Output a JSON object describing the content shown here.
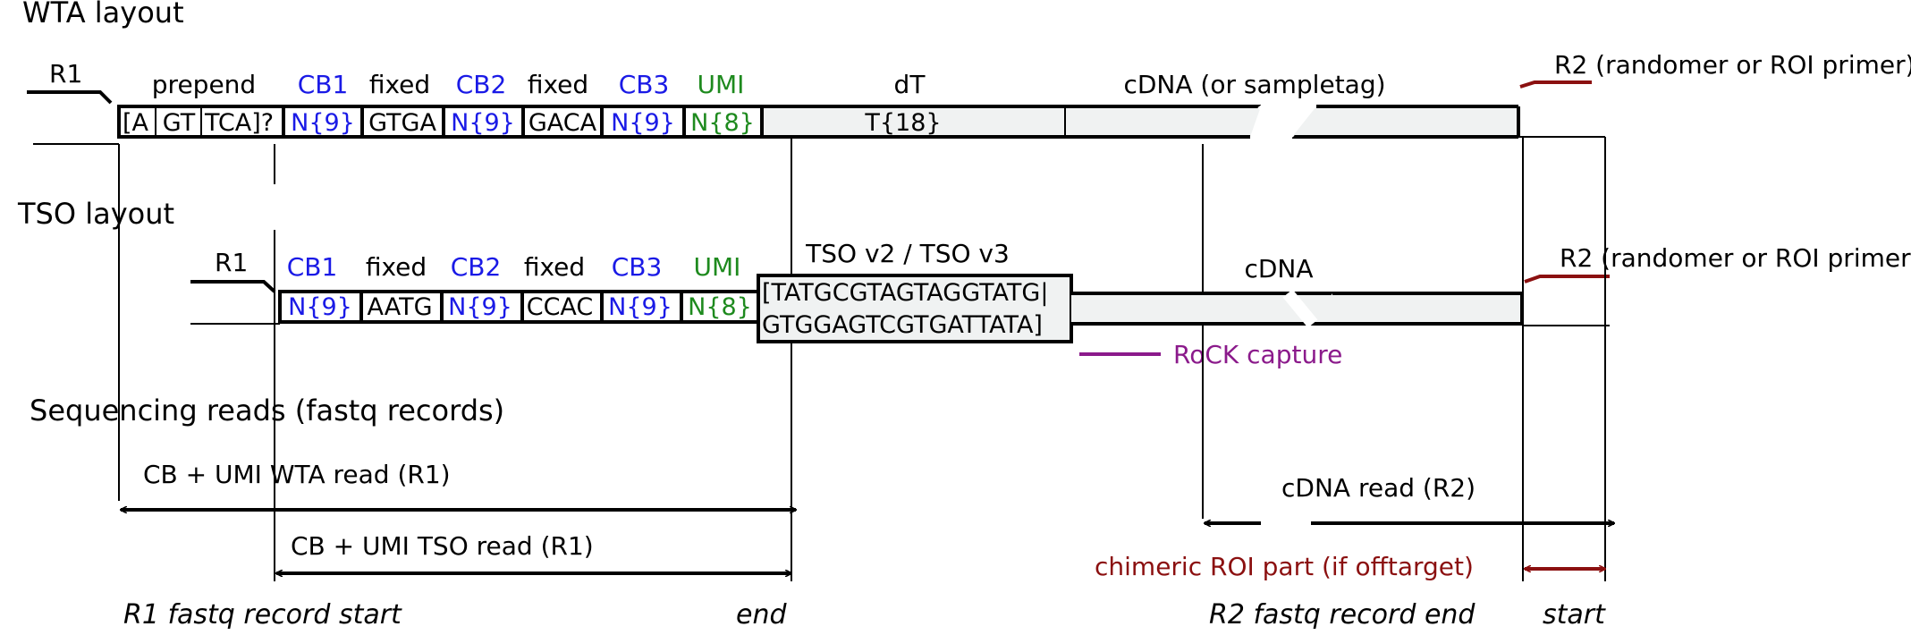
{
  "wta": {
    "title": "WTA layout",
    "r1": "R1",
    "prepend": "prepend",
    "prepend_cells": [
      "[A",
      "GT",
      "TCA]?"
    ],
    "cb1": "CB1",
    "cb1_seq": "N{9}",
    "fixed1": "fixed",
    "fixed1_seq": "GTGA",
    "cb2": "CB2",
    "cb2_seq": "N{9}",
    "fixed2": "fixed",
    "fixed2_seq": "GACA",
    "cb3": "CB3",
    "cb3_seq": "N{9}",
    "umi": "UMI",
    "umi_seq": "N{8}",
    "dt": "dT",
    "dt_seq": "T{18}",
    "cdna": "cDNA (or sampletag)",
    "r2_a": "R2 (randomer or ",
    "r2_b": "ROI primer",
    "r2_c": ")"
  },
  "tso": {
    "title": "TSO layout",
    "r1": "R1",
    "cb1": "CB1",
    "cb1_seq": "N{9}",
    "fixed1": "fixed",
    "fixed1_seq": "AATG",
    "cb2": "CB2",
    "cb2_seq": "N{9}",
    "fixed2": "fixed",
    "fixed2_seq": "CCAC",
    "cb3": "CB3",
    "cb3_seq": "N{9}",
    "umi": "UMI",
    "umi_seq": "N{8}",
    "tso_label": "TSO v2 / TSO v3",
    "tso_line1": "[TATGCGTAGTAGGTATG|",
    "tso_line2": "GTGGAGTCGTGATTATA]",
    "cdna": "cDNA",
    "rock": "RoCK capture",
    "r2_a": "R2 (randomer or ",
    "r2_b": "ROI primer",
    "r2_c": ")"
  },
  "reads": {
    "title": "Sequencing reads (fastq records)",
    "wta_read": "CB + UMI WTA read (R1)",
    "tso_read": "CB + UMI TSO read (R1)",
    "cdna_read": "cDNA read (R2)",
    "chimeric": "chimeric ROI part (if offtarget)",
    "r1_start": "R1 fastq record start",
    "r1_end": "end",
    "r2_end": "R2 fastq record end",
    "r2_start": "start"
  },
  "colors": {
    "cell_barcode": "#1a1ae6",
    "umi": "#1e8a1e",
    "roi_primer": "#8b1010",
    "rock": "#8b1a8b",
    "insert_fill": "#f0f2f2"
  }
}
